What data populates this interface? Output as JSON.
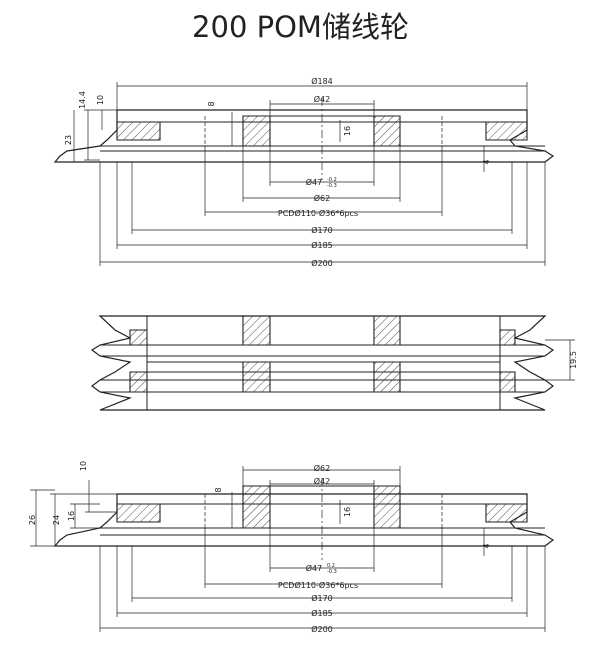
{
  "title": "200 POM储线轮",
  "views": {
    "top": {
      "d184": "Ø184",
      "d42": "Ø42",
      "h8": "8",
      "h16": "16",
      "h4": "4",
      "d47": "Ø47",
      "tol_plus": "-0.2",
      "tol_minus": "-0.3",
      "d62": "Ø62",
      "pcd": "PCDØ110-Ø36*6pcs",
      "d170": "Ø170",
      "d185": "Ø185",
      "d200": "Ø200",
      "h144": "14.4",
      "h10": "10",
      "h23": "23"
    },
    "middle": {
      "pitch": "19.5"
    },
    "bottom": {
      "d62": "Ø62",
      "d42": "Ø42",
      "h10": "10",
      "h8": "8",
      "h16": "16",
      "h24": "24",
      "h26": "26",
      "h4": "4",
      "d47": "Ø47",
      "tol_plus": "0.2",
      "tol_minus": "-0.3",
      "pcd": "PCDØ110-Ø36*6pcs",
      "d170": "Ø170",
      "d185": "Ø185",
      "d200": "Ø200"
    }
  }
}
